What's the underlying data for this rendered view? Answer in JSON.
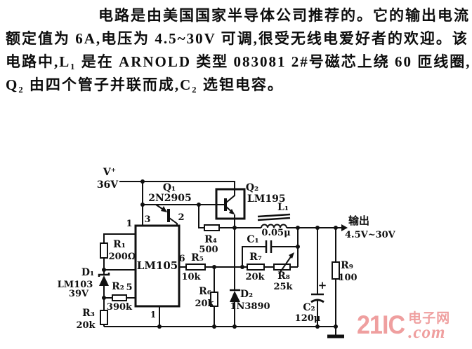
{
  "intro": {
    "lines": [
      "电路是由美国国家半导体公司推荐的。它的输出电流",
      "额定值为 6A,电压为 4.5~30V 可调,很受无线电爱好者的欢迎。该",
      "电路中,L₁ 是在 ARNOLD 类型 083081 2#号磁芯上绕 60 匝线圈,",
      "Q₂ 由四个管子并联而成,C₂ 选钽电容。"
    ]
  },
  "schematic": {
    "labels": {
      "v_plus": "V⁺",
      "v_val": "36V",
      "q1_ref": "Q₁",
      "q1_part": "2N2905",
      "q2_ref": "Q₂",
      "q2_part": "LM195",
      "ic_part": "LM105",
      "pin1": "1",
      "pin2": "2",
      "pin3": "3",
      "pin5": "5",
      "pin6": "6",
      "pin_gnd": "1",
      "r1_ref": "R₁",
      "r1_val": "200Ω",
      "r2_ref": "R₂",
      "r2_val": "390k",
      "r3_ref": "R₃",
      "r3_val": "20k",
      "r4_ref": "R₄",
      "r4_val": "500",
      "r5_ref": "R₅",
      "r5_val": "10k",
      "r6_ref": "R₆",
      "r6_val": "20k",
      "r7_ref": "R₇",
      "r7_val": "20k",
      "r8_ref": "R₈",
      "r8_val": "25k",
      "r9_ref": "R₉",
      "r9_val": "100",
      "c1_ref": "C₁",
      "c1_val": "0.05μ",
      "c2_ref": "C₂",
      "c2_val": "120μ",
      "c2_plus": "+",
      "d1_ref": "D₁",
      "d1_part": "LM103",
      "d1_val": "39V",
      "d2_ref": "D₂",
      "d2_part": "1N3890",
      "l1_ref": "L₁",
      "out_label": "输出",
      "out_range": "4.5V~30V"
    }
  },
  "watermark": {
    "brand": "21IC",
    "site_cn": "电子网",
    "suffix": ".com",
    "color": "#ef9f9f"
  }
}
